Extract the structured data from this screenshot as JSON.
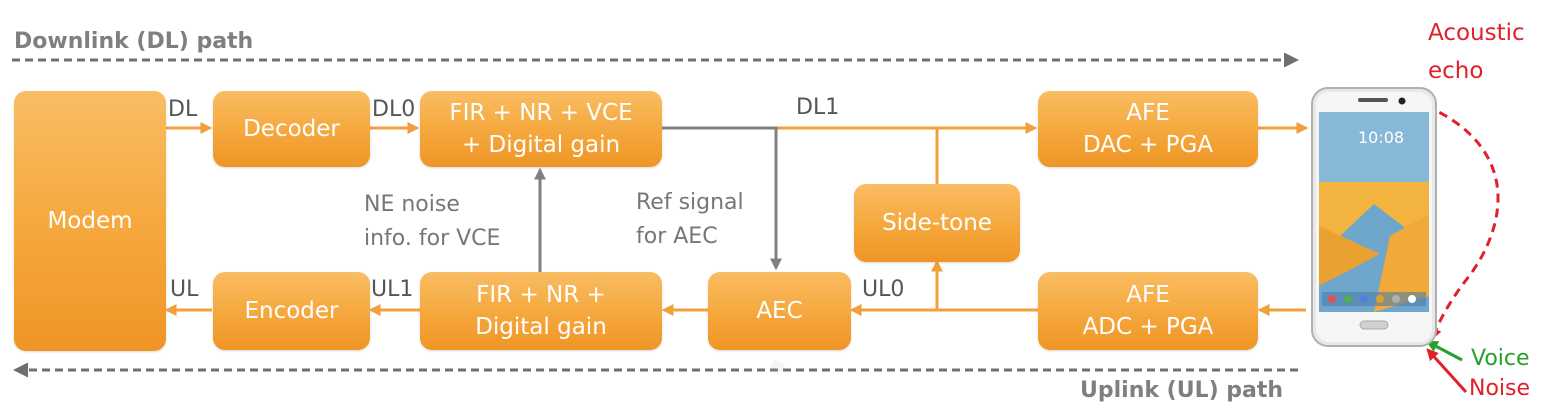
{
  "paths": {
    "downlink": "Downlink (DL) path",
    "uplink": "Uplink (UL) path"
  },
  "blocks": {
    "modem": "Modem",
    "decoder": "Decoder",
    "encoder": "Encoder",
    "fir_dl_line1": "FIR + NR + VCE",
    "fir_dl_line2": "+ Digital gain",
    "fir_ul_line1": "FIR + NR +",
    "fir_ul_line2": "Digital gain",
    "sidetone": "Side-tone",
    "aec": "AEC",
    "afe_dac_line1": "AFE",
    "afe_dac_line2": "DAC + PGA",
    "afe_adc_line1": "AFE",
    "afe_adc_line2": "ADC + PGA"
  },
  "signals": {
    "dl": "DL",
    "dl0": "DL0",
    "dl1": "DL1",
    "ul": "UL",
    "ul1": "UL1",
    "ul0": "UL0"
  },
  "notes": {
    "ne_noise_line1": "NE noise",
    "ne_noise_line2": "info. for VCE",
    "ref_signal_line1": "Ref signal",
    "ref_signal_line2": "for AEC"
  },
  "device": {
    "time": "10:08",
    "acoustic_line1": "Acoustic",
    "acoustic_line2": "echo",
    "voice": "Voice",
    "noise": "Noise"
  },
  "colors": {
    "block": "#f5a73c",
    "arrow_orange": "#f2a03b",
    "arrow_grey": "#808080",
    "echo_red": "#e0202a",
    "voice_green": "#25a02a"
  }
}
